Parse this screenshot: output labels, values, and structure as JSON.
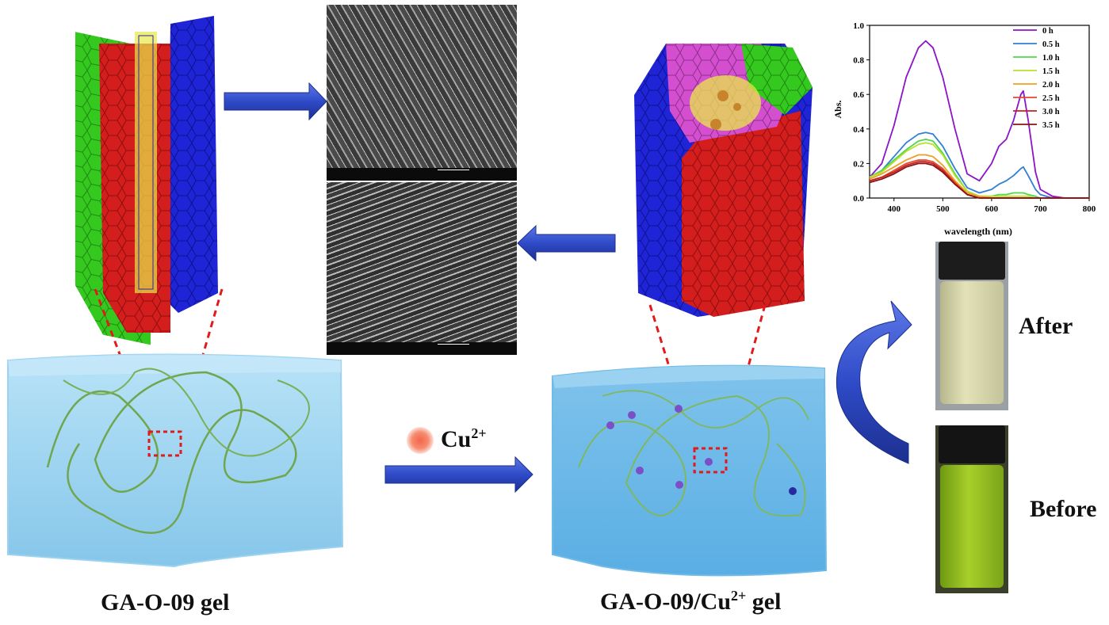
{
  "labels": {
    "left_gel": "GA-O-09 gel",
    "right_gel_prefix": "GA-O-09/Cu",
    "right_gel_sup": "2+",
    "right_gel_suffix": " gel",
    "ion_prefix": "Cu",
    "ion_sup": "2+",
    "after": "After",
    "before": "Before"
  },
  "colors": {
    "arrow": "#2f4bc8",
    "gel": "#9fd6f2",
    "fiber": "#6fa64e",
    "strand_green": "#35c81f",
    "strand_red": "#d41d1d",
    "strand_blue": "#1f24d6",
    "strand_magenta": "#d44fd0",
    "dash": "#e11b1b",
    "cu_ion": "#f47a5a",
    "vial_after": "#d9d8a6",
    "vial_before": "#8fbf1c"
  },
  "icons": [
    "right-arrow-icon",
    "left-arrow-icon",
    "curved-arrow-icon",
    "cu-ion-icon",
    "vial-icon"
  ],
  "chart_data": {
    "type": "line",
    "xlabel": "wavelength (nm)",
    "ylabel": "Abs.",
    "xlim": [
      350,
      800
    ],
    "ylim": [
      0.0,
      1.0
    ],
    "xticks": [
      400,
      500,
      600,
      700,
      800
    ],
    "yticks": [
      0.0,
      0.2,
      0.4,
      0.6,
      0.8,
      1.0
    ],
    "legend_position": "top-right",
    "x": [
      350,
      375,
      400,
      425,
      450,
      465,
      480,
      500,
      525,
      550,
      575,
      600,
      615,
      630,
      645,
      660,
      665,
      675,
      690,
      700,
      725,
      750,
      800
    ],
    "series": [
      {
        "name": "0 h",
        "color": "#8b14c8",
        "values": [
          0.12,
          0.2,
          0.42,
          0.7,
          0.87,
          0.91,
          0.87,
          0.7,
          0.4,
          0.14,
          0.1,
          0.2,
          0.3,
          0.34,
          0.45,
          0.6,
          0.62,
          0.45,
          0.15,
          0.05,
          0.01,
          0.0,
          0.0
        ]
      },
      {
        "name": "0.5 h",
        "color": "#2f7fd6",
        "values": [
          0.12,
          0.16,
          0.24,
          0.32,
          0.37,
          0.38,
          0.37,
          0.3,
          0.17,
          0.06,
          0.03,
          0.05,
          0.08,
          0.1,
          0.13,
          0.17,
          0.18,
          0.13,
          0.05,
          0.02,
          0.0,
          0.0,
          0.0
        ]
      },
      {
        "name": "1.0 h",
        "color": "#4fd84a",
        "values": [
          0.12,
          0.16,
          0.22,
          0.28,
          0.33,
          0.34,
          0.33,
          0.26,
          0.14,
          0.04,
          0.01,
          0.01,
          0.02,
          0.02,
          0.03,
          0.03,
          0.03,
          0.02,
          0.01,
          0.0,
          0.0,
          0.0,
          0.0
        ]
      },
      {
        "name": "1.5 h",
        "color": "#b8e030",
        "values": [
          0.12,
          0.15,
          0.21,
          0.27,
          0.31,
          0.32,
          0.31,
          0.25,
          0.13,
          0.04,
          0.01,
          0.01,
          0.01,
          0.01,
          0.01,
          0.01,
          0.01,
          0.01,
          0.0,
          0.0,
          0.0,
          0.0,
          0.0
        ]
      },
      {
        "name": "2.0 h",
        "color": "#f0a020",
        "values": [
          0.11,
          0.14,
          0.18,
          0.22,
          0.25,
          0.25,
          0.24,
          0.19,
          0.1,
          0.03,
          0.01,
          0.0,
          0.0,
          0.0,
          0.0,
          0.0,
          0.0,
          0.0,
          0.0,
          0.0,
          0.0,
          0.0,
          0.0
        ]
      },
      {
        "name": "2.5 h",
        "color": "#e04a30",
        "values": [
          0.1,
          0.12,
          0.16,
          0.2,
          0.22,
          0.22,
          0.21,
          0.17,
          0.09,
          0.02,
          0.0,
          0.0,
          0.0,
          0.0,
          0.0,
          0.0,
          0.0,
          0.0,
          0.0,
          0.0,
          0.0,
          0.0,
          0.0
        ]
      },
      {
        "name": "3.0 h",
        "color": "#c81e1e",
        "values": [
          0.1,
          0.12,
          0.15,
          0.19,
          0.21,
          0.21,
          0.2,
          0.16,
          0.08,
          0.02,
          0.0,
          0.0,
          0.0,
          0.0,
          0.0,
          0.0,
          0.0,
          0.0,
          0.0,
          0.0,
          0.0,
          0.0,
          0.0
        ]
      },
      {
        "name": "3.5 h",
        "color": "#8a1414",
        "values": [
          0.09,
          0.11,
          0.14,
          0.18,
          0.2,
          0.2,
          0.19,
          0.15,
          0.08,
          0.02,
          0.0,
          0.0,
          0.0,
          0.0,
          0.0,
          0.0,
          0.0,
          0.0,
          0.0,
          0.0,
          0.0,
          0.0,
          0.0
        ]
      }
    ]
  }
}
